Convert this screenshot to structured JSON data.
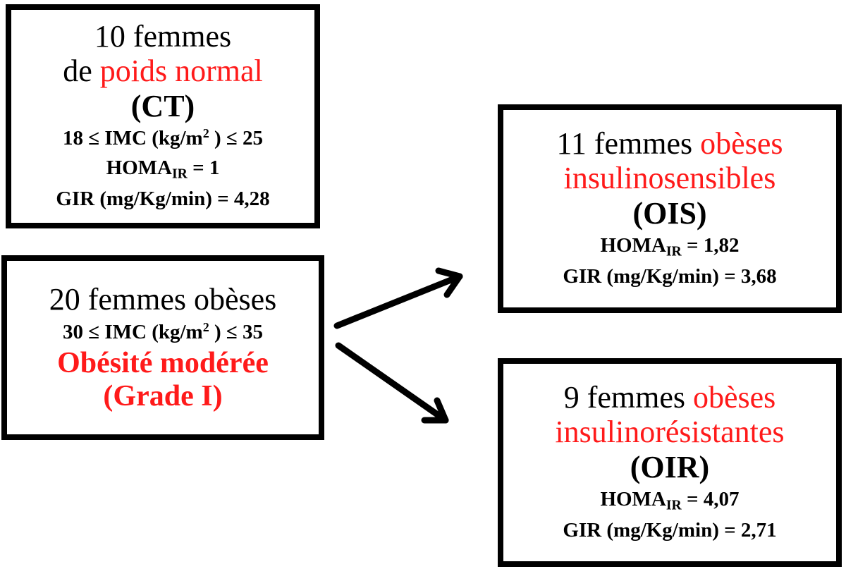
{
  "ct": {
    "count_text": "10 femmes",
    "line2_prefix": "de ",
    "line2_red": "poids normal",
    "group": "(CT)",
    "imc_prefix": "18 ≤ IMC (kg/m",
    "imc_sup": "2",
    "imc_suffix": " ) ≤ 25",
    "homa_label": "HOMA",
    "homa_sub": "IR",
    "homa_value": " = 1",
    "gir": "GIR (mg/Kg/min) = 4,28"
  },
  "obese": {
    "count_text": "20 femmes obèses",
    "imc_prefix": "30 ≤ IMC (kg/m",
    "imc_sup": "2",
    "imc_suffix": " ) ≤ 35",
    "category": "Obésité modérée",
    "grade": "(Grade I)"
  },
  "ois": {
    "count_prefix": "11 femmes ",
    "count_red": "obèses",
    "line2_red": "insulinosensibles",
    "group": "(OIS)",
    "homa_label": "HOMA",
    "homa_sub": "IR",
    "homa_value": " = 1,82",
    "gir": "GIR (mg/Kg/min) = 3,68"
  },
  "oir": {
    "count_prefix": "9 femmes ",
    "count_red": "obèses",
    "line2_red": "insulinorésistantes",
    "group": "(OIR)",
    "homa_label": "HOMA",
    "homa_sub": "IR",
    "homa_value": " = 4,07",
    "gir": "GIR (mg/Kg/min) = 2,71"
  },
  "colors": {
    "accent_red": "#ff1a1a",
    "border": "#000000"
  }
}
